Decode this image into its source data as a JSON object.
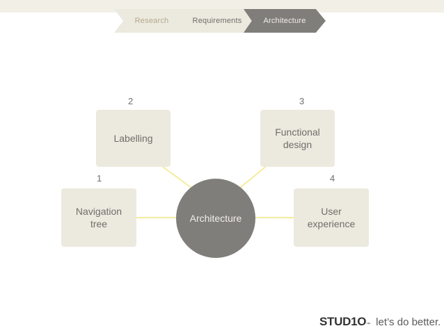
{
  "breadcrumb": {
    "steps": [
      {
        "label": "Research",
        "state": "inactive"
      },
      {
        "label": "Requirements",
        "state": "inactive"
      },
      {
        "label": "Architecture",
        "state": "active"
      }
    ]
  },
  "diagram": {
    "hub": {
      "label": "Architecture"
    },
    "nodes": [
      {
        "number": "1",
        "label": "Navigation\ntree"
      },
      {
        "number": "2",
        "label": "Labelling"
      },
      {
        "number": "3",
        "label": "Functional\ndesign"
      },
      {
        "number": "4",
        "label": "User\nexperience"
      }
    ]
  },
  "brand": {
    "logo": "STUD1O",
    "tm": "™",
    "tagline": "let’s do better."
  },
  "colors": {
    "background": "#ffffff",
    "box_fill": "#ece9de",
    "hub_fill": "#807e7a",
    "connector": "#f5eb9e",
    "text": "#6f6e6a",
    "top_band": "#f2efe6"
  }
}
